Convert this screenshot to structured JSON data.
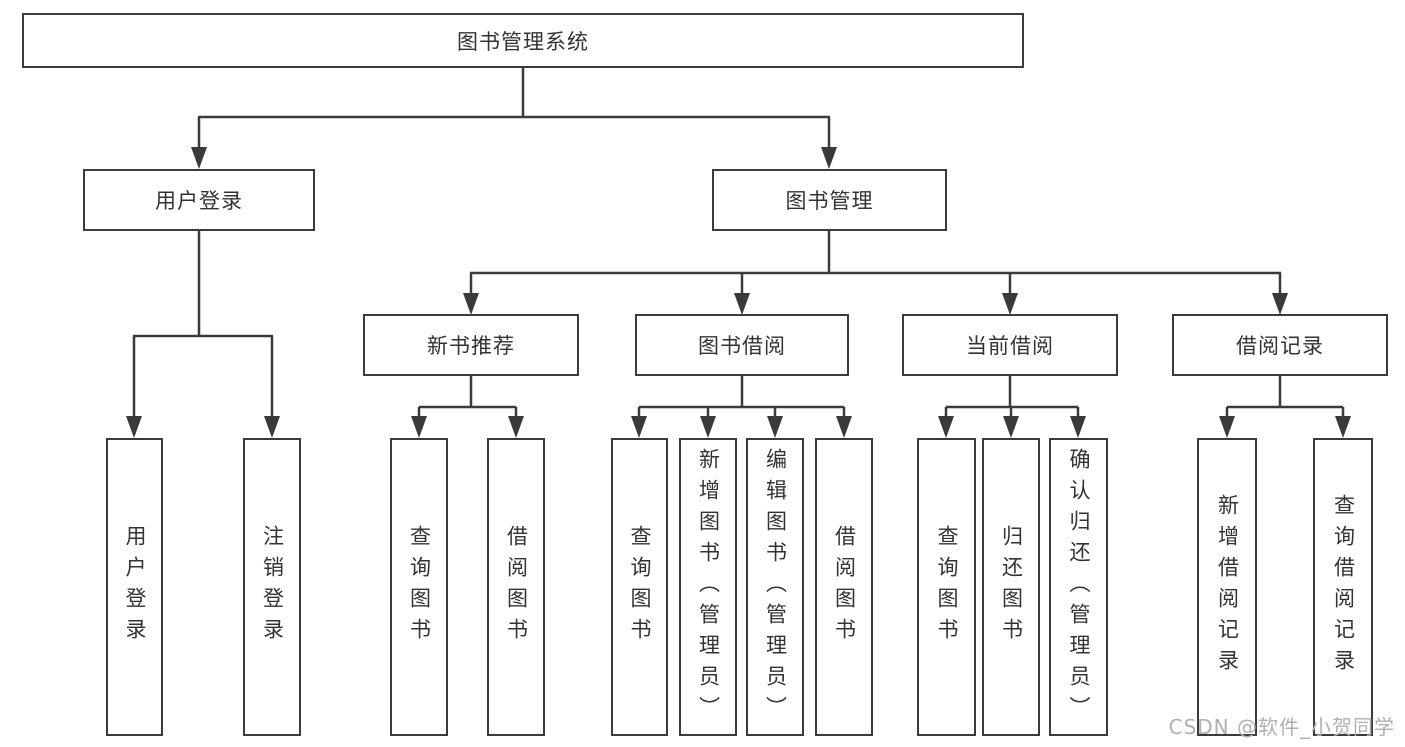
{
  "diagram": {
    "root": {
      "label": "图书管理系统"
    },
    "level2": {
      "user_login": {
        "label": "用户登录"
      },
      "book_management": {
        "label": "图书管理"
      }
    },
    "level3": {
      "new_book_recommend": {
        "label": "新书推荐"
      },
      "book_borrowing": {
        "label": "图书借阅"
      },
      "current_borrowing": {
        "label": "当前借阅"
      },
      "borrowing_records": {
        "label": "借阅记录"
      }
    },
    "leaves": {
      "user_login": [
        {
          "label": "用户登录"
        },
        {
          "label": "注销登录"
        }
      ],
      "new_book_recommend": [
        {
          "label": "查询图书"
        },
        {
          "label": "借阅图书"
        }
      ],
      "book_borrowing": [
        {
          "label": "查询图书"
        },
        {
          "label": "新增图书（管理员）"
        },
        {
          "label": "编辑图书（管理员）"
        },
        {
          "label": "借阅图书"
        }
      ],
      "current_borrowing": [
        {
          "label": "查询图书"
        },
        {
          "label": "归还图书"
        },
        {
          "label": "确认归还（管理员）"
        }
      ],
      "borrowing_records": [
        {
          "label": "新增借阅记录"
        },
        {
          "label": "查询借阅记录"
        }
      ]
    },
    "line_color": "#3a3a3a"
  },
  "watermark": {
    "text": "CSDN @软件_小贺同学"
  }
}
